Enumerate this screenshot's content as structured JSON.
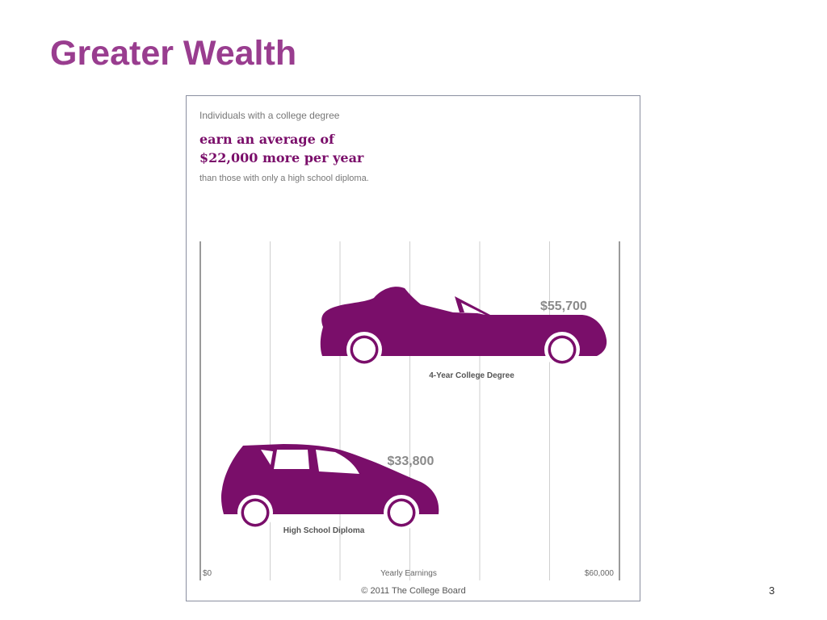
{
  "slide": {
    "title": "Greater Wealth",
    "title_color": "#993d8f",
    "page_number": "3",
    "footer": "© 2011 The College Board"
  },
  "infographic": {
    "intro_line_1": "Individuals with a college degree",
    "headline_line_1": "earn an average of",
    "headline_line_2": "$22,000 more per year",
    "intro_line_2": "than those with only a high school diploma.",
    "accent_color": "#7a0e6a"
  },
  "chart_data": {
    "type": "bar",
    "xlabel": "Yearly Earnings",
    "xlim": [
      0,
      60000
    ],
    "x_tick_labels": [
      "$0",
      "$60,000"
    ],
    "grid": true,
    "series": [
      {
        "name": "4-Year College Degree",
        "value": 55700,
        "value_label": "$55,700",
        "icon": "convertible-car-icon"
      },
      {
        "name": "High School Diploma",
        "value": 33800,
        "value_label": "$33,800",
        "icon": "hatchback-car-icon"
      }
    ]
  }
}
